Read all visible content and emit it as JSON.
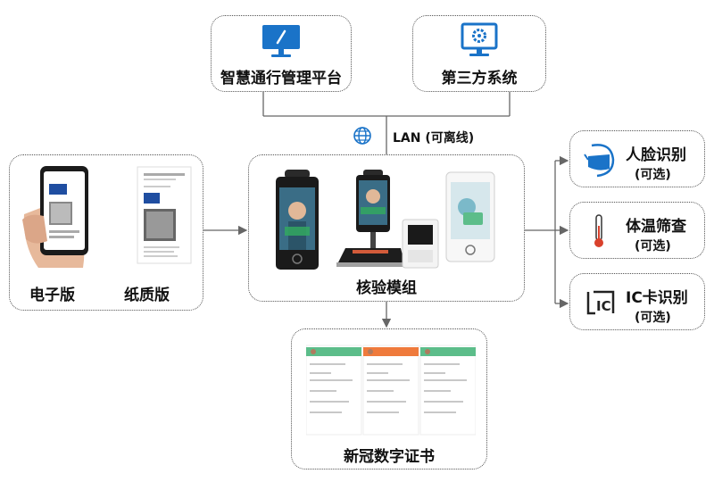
{
  "platform": {
    "label": "智慧通行管理平台",
    "icon": "monitor-slash-icon"
  },
  "third_party": {
    "label": "第三方系统",
    "icon": "monitor-gear-icon"
  },
  "network": {
    "label": "LAN (可离线)",
    "icon": "globe-icon"
  },
  "credentials": {
    "electronic_label": "电子版",
    "paper_label": "纸质版"
  },
  "verification_module": {
    "label": "核验模组"
  },
  "digital_certificate": {
    "label": "新冠数字证书"
  },
  "options": [
    {
      "title": "人脸识别",
      "note": "(可选)",
      "icon": "face-mask-icon"
    },
    {
      "title": "体温筛查",
      "note": "(可选)",
      "icon": "thermometer-icon"
    },
    {
      "title": "IC卡识别",
      "note": "(可选)",
      "icon": "ic-card-icon"
    }
  ],
  "colors": {
    "accent": "#1a73c8",
    "border": "#555555",
    "line": "#666666",
    "green": "#5cbd8a",
    "orange": "#ef7a3c"
  }
}
